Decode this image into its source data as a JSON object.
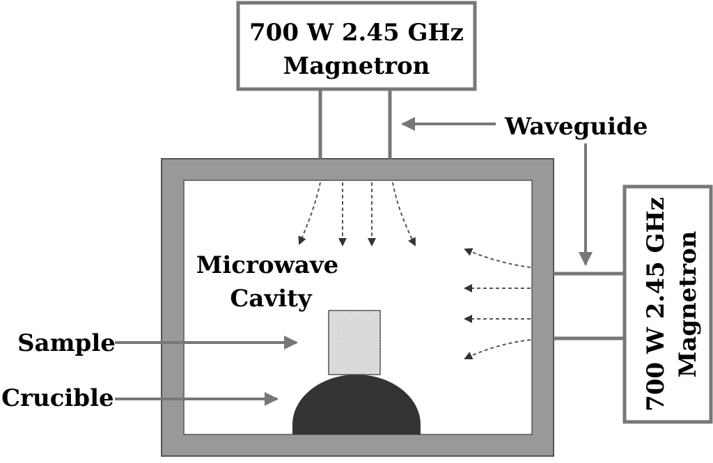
{
  "diagram": {
    "magnetron_top": {
      "line1": "700 W 2.45 GHz",
      "line2": "Magnetron"
    },
    "magnetron_side": {
      "line1": "700 W 2.45 GHz",
      "line2": "Magnetron"
    },
    "waveguide_label": "Waveguide",
    "cavity_label": {
      "line1": "Microwave",
      "line2": "Cavity"
    },
    "sample_label": "Sample",
    "crucible_label": "Crucible",
    "colors": {
      "wall": "#999999",
      "wall_border": "#555555",
      "box_border": "#777777",
      "crucible": "#333333",
      "sample": "#dddddd",
      "arrow": "#777777",
      "wave": "#555555"
    }
  }
}
